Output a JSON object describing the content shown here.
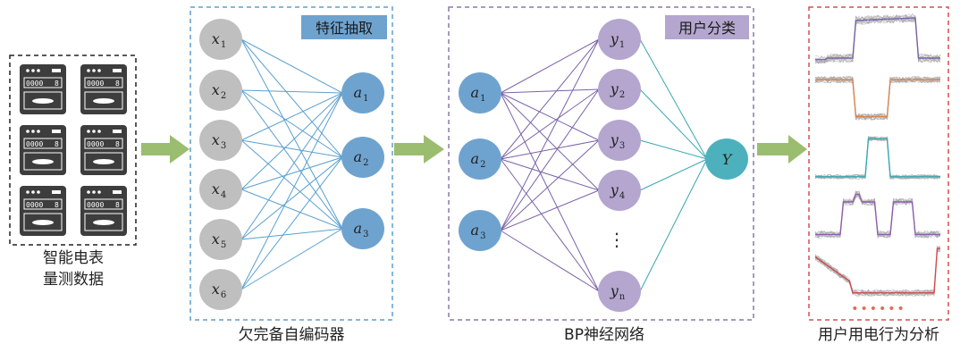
{
  "colors": {
    "input_node": "#bfbfbf",
    "hidden_node": "#6fa3cf",
    "output_node": "#b4a6cf",
    "final_node": "#4db1bd",
    "ae_line": "#5aa0cf",
    "bp_line": "#7b62a8",
    "out_line": "#35a8b3",
    "arrow": "#9bbd6f",
    "ae_border": "#5aa0cf",
    "bp_border": "#8a7aa8",
    "result_border": "#d05050",
    "meter_body": "#3d3d3d",
    "dots": "#e46a5a"
  },
  "meters": {
    "caption_line1": "智能电表",
    "caption_line2": "量测数据",
    "digits": "0000",
    "digit_end": "8"
  },
  "autoencoder": {
    "badge": "特征抽取",
    "caption": "欠完备自编码器",
    "inputs": [
      {
        "base": "x",
        "sub": "1"
      },
      {
        "base": "x",
        "sub": "2"
      },
      {
        "base": "x",
        "sub": "3"
      },
      {
        "base": "x",
        "sub": "4"
      },
      {
        "base": "x",
        "sub": "5"
      },
      {
        "base": "x",
        "sub": "6"
      }
    ],
    "hidden": [
      {
        "base": "a",
        "sub": "1"
      },
      {
        "base": "a",
        "sub": "2"
      },
      {
        "base": "a",
        "sub": "3"
      }
    ]
  },
  "bp": {
    "badge": "用户分类",
    "caption": "BP神经网络",
    "inputs": [
      {
        "base": "a",
        "sub": "1"
      },
      {
        "base": "a",
        "sub": "2"
      },
      {
        "base": "a",
        "sub": "3"
      }
    ],
    "outputs": [
      {
        "base": "y",
        "sub": "1"
      },
      {
        "base": "y",
        "sub": "2"
      },
      {
        "base": "y",
        "sub": "3"
      },
      {
        "base": "y",
        "sub": "4"
      },
      {
        "base": "y",
        "sub": "n"
      }
    ],
    "ellipsis": "⋮",
    "final": "Y"
  },
  "results": {
    "caption": "用户用电行为分析",
    "dots": "••••••",
    "curve_colors": [
      "#7b62a8",
      "#d9834f",
      "#35a8b3",
      "#8e5fb0",
      "#d04a4a"
    ]
  }
}
